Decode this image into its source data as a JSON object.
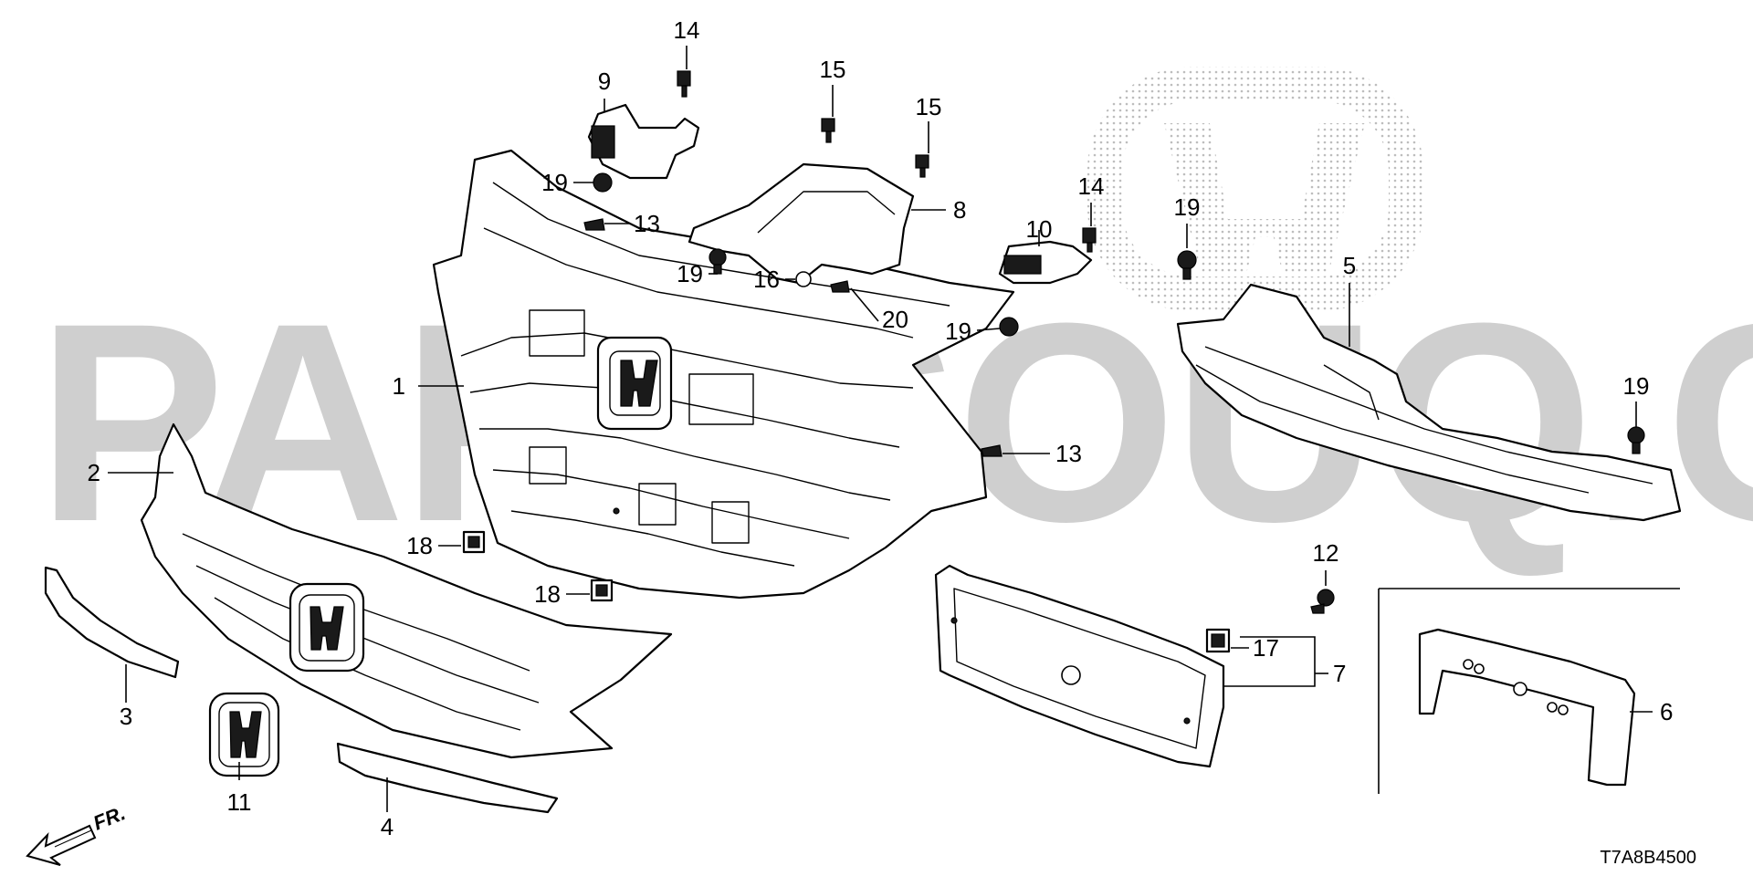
{
  "watermark": {
    "text": "PARTSOUQ.COM",
    "note_logo": "brand-h-logo"
  },
  "diagram_code": "T7A8B4500",
  "direction_marker": "FR.",
  "callouts": [
    {
      "id": "c1",
      "label": "1"
    },
    {
      "id": "c2",
      "label": "2"
    },
    {
      "id": "c3",
      "label": "3"
    },
    {
      "id": "c4",
      "label": "4"
    },
    {
      "id": "c5",
      "label": "5"
    },
    {
      "id": "c6",
      "label": "6"
    },
    {
      "id": "c7",
      "label": "7"
    },
    {
      "id": "c8",
      "label": "8"
    },
    {
      "id": "c9",
      "label": "9"
    },
    {
      "id": "c10",
      "label": "10"
    },
    {
      "id": "c11",
      "label": "11"
    },
    {
      "id": "c12",
      "label": "12"
    },
    {
      "id": "c13a",
      "label": "13"
    },
    {
      "id": "c13b",
      "label": "13"
    },
    {
      "id": "c14a",
      "label": "14"
    },
    {
      "id": "c14b",
      "label": "14"
    },
    {
      "id": "c15a",
      "label": "15"
    },
    {
      "id": "c15b",
      "label": "15"
    },
    {
      "id": "c16",
      "label": "16"
    },
    {
      "id": "c17",
      "label": "17"
    },
    {
      "id": "c18a",
      "label": "18"
    },
    {
      "id": "c18b",
      "label": "18"
    },
    {
      "id": "c19a",
      "label": "19"
    },
    {
      "id": "c19b",
      "label": "19"
    },
    {
      "id": "c19c",
      "label": "19"
    },
    {
      "id": "c19d",
      "label": "19"
    },
    {
      "id": "c19e",
      "label": "19"
    },
    {
      "id": "c20",
      "label": "20"
    }
  ]
}
